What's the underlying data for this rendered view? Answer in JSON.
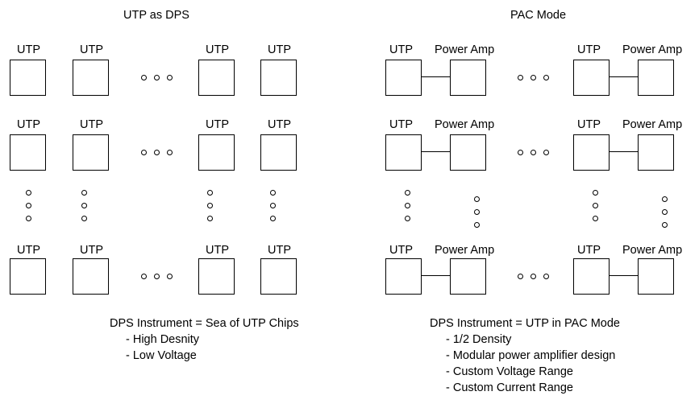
{
  "left_panel": {
    "title": "UTP as DPS",
    "block_label": "UTP",
    "caption": {
      "heading": "DPS Instrument = Sea of UTP Chips",
      "items": [
        "- High Desnity",
        "- Low Voltage"
      ]
    }
  },
  "right_panel": {
    "title": "PAC Mode",
    "utp_label": "UTP",
    "amp_label": "Power Amp",
    "caption": {
      "heading": "DPS Instrument = UTP in PAC Mode",
      "items": [
        "- 1/2 Density",
        "- Modular power amplifier design",
        "- Custom Voltage Range",
        "- Custom Current Range"
      ]
    }
  }
}
